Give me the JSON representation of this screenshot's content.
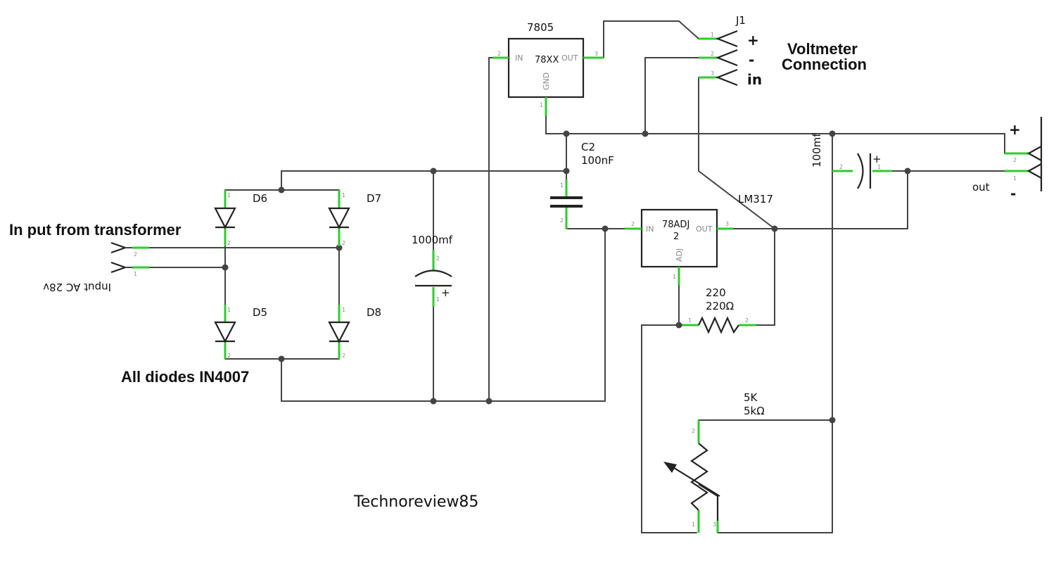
{
  "labels": {
    "input_title": "In put from transformer",
    "input_ac": "Input AC 28v",
    "diodes_note": "All diodes IN4007",
    "voltmeter_line1": "Voltmeter",
    "voltmeter_line2": "Connection",
    "credit": "Technoreview85",
    "out": "out",
    "plus_sign": "+",
    "minus_sign": "-"
  },
  "components": {
    "d6": "D6",
    "d7": "D7",
    "d5": "D5",
    "d8": "D8",
    "cap_bulk": "1000mf",
    "c2_name": "C2",
    "c2_value": "100nF",
    "cap_out": "100mf",
    "u1_name": "7805",
    "u1_body": "78XX",
    "u1_in": "IN",
    "u1_out": "OUT",
    "u1_gnd": "GND",
    "u2_name": "LM317",
    "u2_body": "78ADJ",
    "u2_num": "2",
    "u2_in": "IN",
    "u2_out": "OUT",
    "u2_adj": "ADJ",
    "r1_name": "220",
    "r1_value": "220Ω",
    "pot_name": "5K",
    "pot_value": "5kΩ",
    "j1_name": "J1",
    "j1_plus": "+",
    "j1_minus": "-",
    "j1_in": "in"
  },
  "pin_numbers": [
    "1",
    "2",
    "3"
  ],
  "colors": {
    "wire": "#444444",
    "pin": "#2ecc2e",
    "symbol": "#222222",
    "background": "#ffffff"
  }
}
